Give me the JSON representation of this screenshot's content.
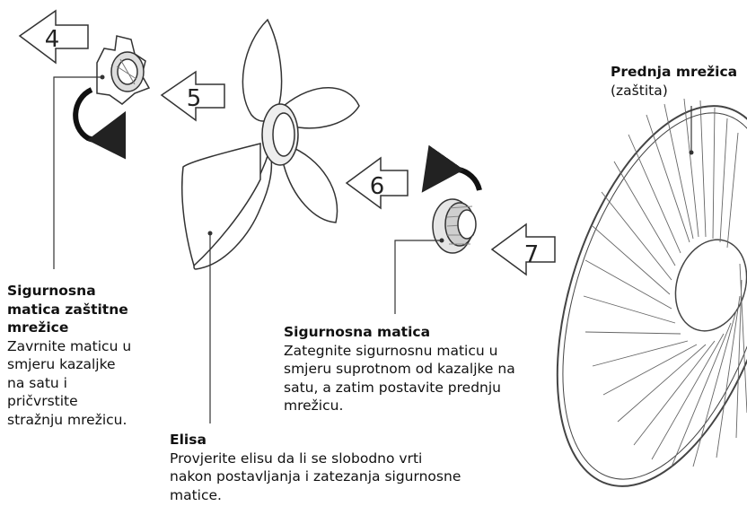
{
  "steps": [
    "4",
    "5",
    "6",
    "7"
  ],
  "front_grille": {
    "title": "Prednja mrežica",
    "subtitle": "(zaštita)"
  },
  "guard_nut": {
    "title_lines": [
      "Sigurnosna",
      "matica zaštitne",
      "mrežice"
    ],
    "text_lines": [
      "Zavrnite maticu u",
      "smjeru kazaljke",
      "na satu i",
      "pričvrstite",
      "stražnju mrežicu."
    ]
  },
  "blade": {
    "title": "Elisa",
    "text_lines": [
      "Provjerite elisu da li se slobodno vrti",
      "nakon postavljanja i zatezanja sigurnosne",
      "matice."
    ]
  },
  "safety_nut": {
    "title": "Sigurnosna matica",
    "text_lines": [
      "Zategnite sigurnosnu maticu u",
      "smjeru suprotnom od kazaljke na",
      "satu, a zatim postavite prednju",
      "mrežicu."
    ]
  }
}
